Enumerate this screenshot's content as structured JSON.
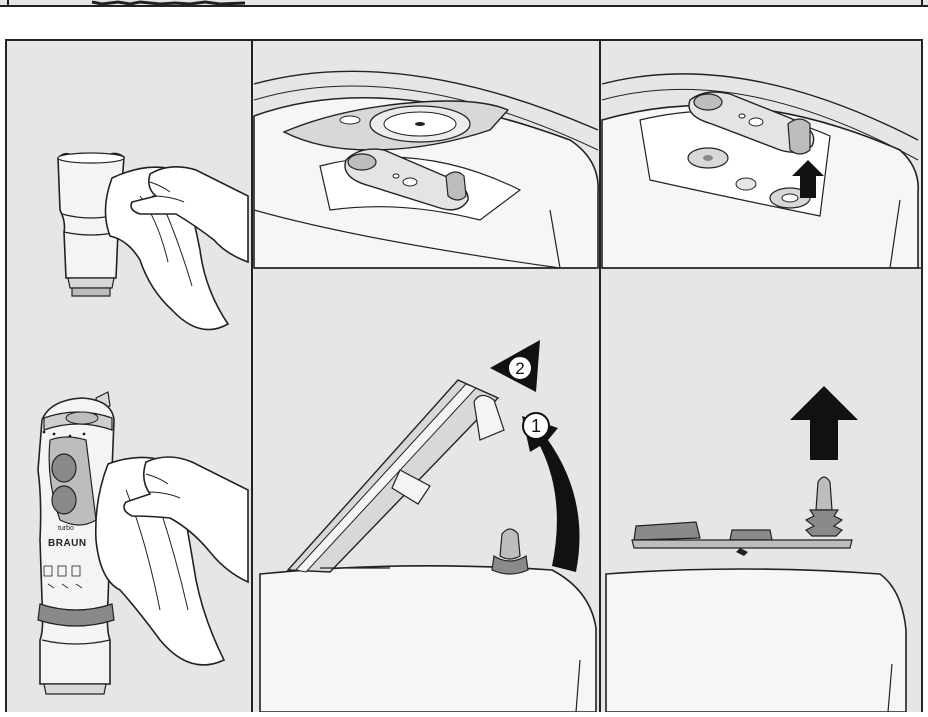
{
  "steps": {
    "lid_rotate": "2",
    "lid_lift": "1"
  },
  "brand": {
    "product_label": "turbo",
    "logo_text": "BRAUN"
  },
  "colors": {
    "panel_bg": "#e6e6e6",
    "border": "#222222",
    "device_light": "#f4f4f4",
    "device_mid": "#bdbdbd",
    "device_dark": "#8a8a8a",
    "arrow": "#111111"
  }
}
